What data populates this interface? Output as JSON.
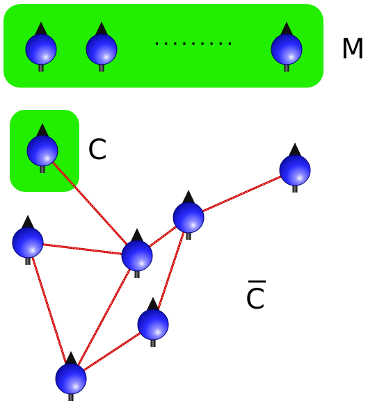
{
  "labels": {
    "memory": "M",
    "cluster": "C",
    "complement": "C"
  },
  "memory_register": {
    "spin_count_shown": 3,
    "ellipsis": "· · · · · · · · ·"
  },
  "network": {
    "spins": [
      {
        "id": "c",
        "in_cluster": true
      },
      {
        "id": "a"
      },
      {
        "id": "b"
      },
      {
        "id": "d"
      },
      {
        "id": "e"
      },
      {
        "id": "f"
      },
      {
        "id": "g"
      }
    ],
    "bonds": [
      [
        "c",
        "b"
      ],
      [
        "a",
        "b"
      ],
      [
        "a",
        "g"
      ],
      [
        "b",
        "d"
      ],
      [
        "b",
        "g"
      ],
      [
        "d",
        "e"
      ],
      [
        "d",
        "f"
      ],
      [
        "f",
        "g"
      ]
    ]
  },
  "colors": {
    "region_fill": "#22ee00",
    "spin_blue": "#1a1aff",
    "bond_red": "#cc0000",
    "arrow": "#111111"
  },
  "icons": {
    "spin": "spin-up-icon"
  }
}
